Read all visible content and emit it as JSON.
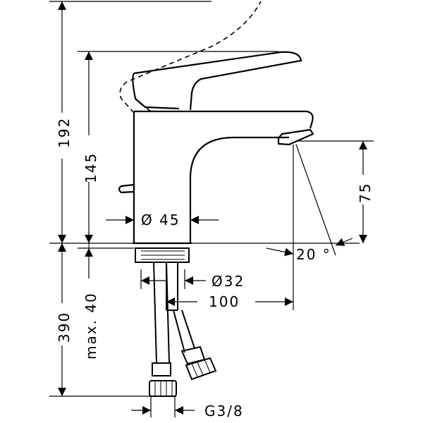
{
  "dimensions": {
    "total_height": "192",
    "spout_height": "145",
    "body_diameter": "Ø 45",
    "spout_projection": "75",
    "spray_angle": "20 °",
    "tail_max": "max. 40",
    "hose_length": "390",
    "hole_diameter": "Ø32",
    "reach": "100",
    "thread": "G3/8"
  }
}
